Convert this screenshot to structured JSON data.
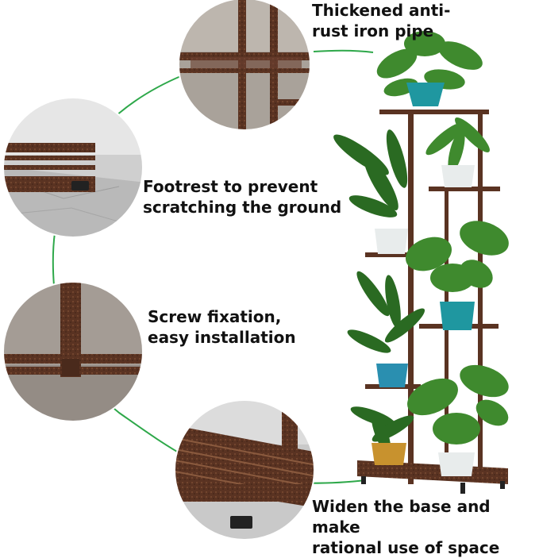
{
  "features": [
    {
      "id": "pipe",
      "caption": "Thickened anti-\nrust iron pipe",
      "icon": "iron-pipe-closeup"
    },
    {
      "id": "footrest",
      "caption": "Footrest to prevent\nscratching the ground",
      "icon": "footrest-closeup"
    },
    {
      "id": "screw",
      "caption": "Screw fixation,\neasy installation",
      "icon": "screw-joint-closeup"
    },
    {
      "id": "base",
      "caption": "Widen the base and make\nrational use of space",
      "icon": "wide-base-closeup"
    }
  ],
  "colors": {
    "connector": "#2ea84a",
    "metal": "#5a3322",
    "metal_light": "#8a5a3e",
    "leaf": "#3f8a2e",
    "leaf_dark": "#2a6a22",
    "pot_white": "#e8ecec",
    "pot_teal": "#1f97a0",
    "pot_gold": "#c8922e",
    "caption": "#111111"
  }
}
